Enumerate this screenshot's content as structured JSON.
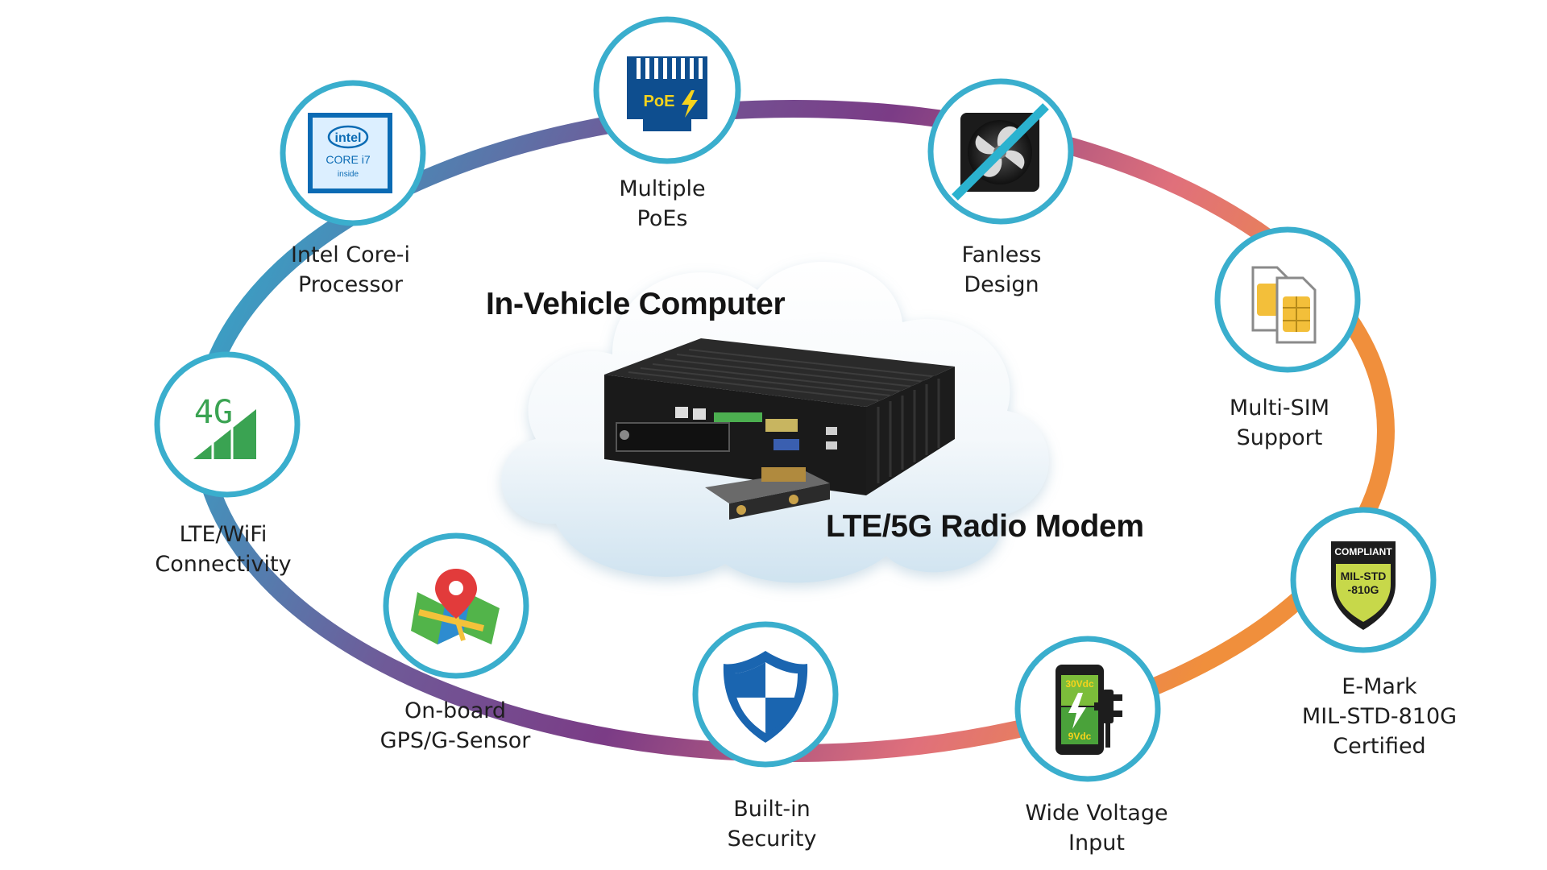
{
  "center": {
    "title": "In-Vehicle Computer",
    "subtitle": "LTE/5G Radio Modem"
  },
  "features": [
    {
      "name": "intel-core-i-processor",
      "icon": "intel-core-i7-icon",
      "lines": [
        "Intel Core-i",
        "Processor"
      ]
    },
    {
      "name": "multiple-poes",
      "icon": "poe-icon",
      "lines": [
        "Multiple",
        "PoEs"
      ]
    },
    {
      "name": "fanless-design",
      "icon": "fanless-icon",
      "lines": [
        "Fanless",
        "Design"
      ]
    },
    {
      "name": "multi-sim-support",
      "icon": "sim-card-icon",
      "lines": [
        "Multi-SIM",
        "Support"
      ]
    },
    {
      "name": "emark-certified",
      "icon": "mil-std-shield-icon",
      "lines": [
        "E-Mark",
        "MIL-STD-810G",
        "Certified"
      ]
    },
    {
      "name": "wide-voltage-input",
      "icon": "wide-voltage-icon",
      "lines": [
        "Wide Voltage",
        "Input"
      ]
    },
    {
      "name": "built-in-security",
      "icon": "security-shield-icon",
      "lines": [
        "Built-in",
        "Security"
      ]
    },
    {
      "name": "onboard-gps",
      "icon": "gps-map-icon",
      "lines": [
        "On-board",
        "GPS/G-Sensor"
      ]
    },
    {
      "name": "lte-wifi-connectivity",
      "icon": "4g-signal-icon",
      "lines": [
        "LTE/WiFi",
        "Connectivity"
      ]
    }
  ],
  "icon_text": {
    "intel_brand": "intel",
    "intel_model": "CORE i7",
    "intel_inside": "inside",
    "poe": "PoE",
    "compliant": "COMPLIANT",
    "mil_std_1": "MIL-STD",
    "mil_std_2": "-810G",
    "volt_high": "30Vdc",
    "volt_low": "9Vdc",
    "four_g": "4G"
  },
  "colors": {
    "ring_teal": "#2bb2cf",
    "ring_purple": "#7a3f86",
    "ring_orange": "#ee8a45",
    "circle_stroke": "#3aaecd",
    "label_text": "#1e1e1e"
  }
}
